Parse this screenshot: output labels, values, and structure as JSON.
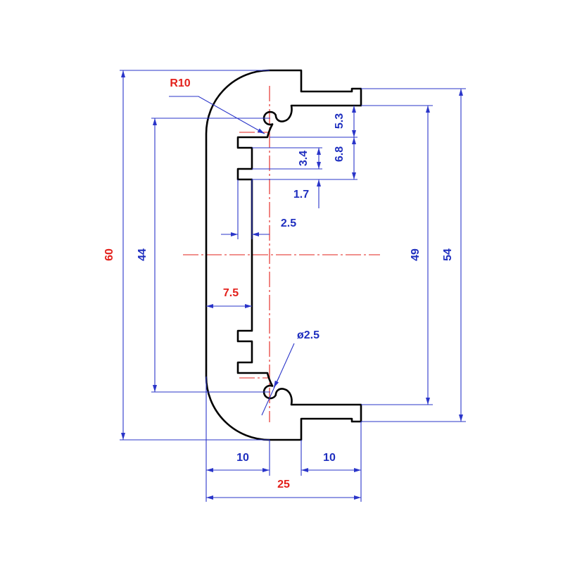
{
  "colors": {
    "outline": "#000000",
    "dimension": "#2a35c9",
    "text_blue": "#1f2fbf",
    "text_red": "#e3201b",
    "center_line": "#e3201b"
  },
  "drawing": {
    "labels": {
      "radius": "R10",
      "overall_height": "60",
      "inner_height": "44",
      "hook_span": "49",
      "flange_span": "54",
      "fin_offset": "5.3",
      "fin_pitch": "6.8",
      "fin_gap": "3.4",
      "fin_thickness": "1.7",
      "fin_depth": "2.5",
      "wall_offset": "7.5",
      "groove_diameter": "ø2.5",
      "radius_width": "10",
      "flange_width": "10",
      "overall_width": "25"
    }
  }
}
